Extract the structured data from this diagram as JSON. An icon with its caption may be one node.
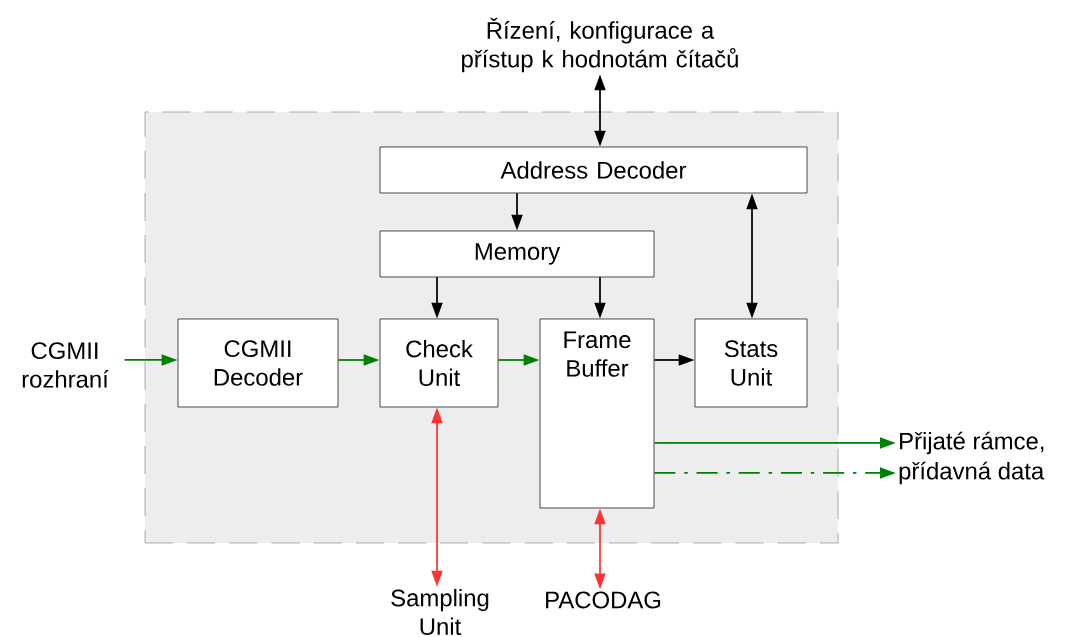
{
  "diagram": {
    "nodes": [
      {
        "text": [],
        "shape": "box"
      },
      {
        "text": [
          "Address Decoder"
        ],
        "in": 0
      },
      {
        "text": [
          "Memory"
        ],
        "in": 0
      },
      {
        "text": [
          "CGMII Decoder"
        ],
        "in": 0
      },
      {
        "text": [
          "Check Unit"
        ],
        "in": 0
      },
      {
        "text": [
          "Frame Buffer"
        ],
        "in": 0
      },
      {
        "text": [
          "Stats Unit"
        ],
        "in": 0
      },
      {
        "text": [
          "Řízení, konfigurace a přístup k hodnotám čítačů"
        ]
      },
      {
        "text": [
          "CGMII rozhraní"
        ]
      },
      {
        "text": [
          "Přijaté rámce,"
        ]
      },
      {
        "text": [
          "přídavná data"
        ]
      },
      {
        "text": [
          "Sampling Unit"
        ]
      },
      {
        "text": [
          "PACODAG"
        ]
      }
    ],
    "edges": [
      {
        "from": 7,
        "to": 1,
        "arrow": "both"
      },
      {
        "from": 1,
        "to": 2,
        "arrow": "to"
      },
      {
        "from": 6,
        "to": 1,
        "arrow": "both"
      },
      {
        "from": 2,
        "to": 4,
        "arrow": "to"
      },
      {
        "from": 2,
        "to": 5,
        "arrow": "to"
      },
      {
        "from": 8,
        "to": 3,
        "arrow": "to",
        "color": "#008000"
      },
      {
        "from": 3,
        "to": 4,
        "arrow": "to",
        "color": "#008000"
      },
      {
        "from": 4,
        "to": 5,
        "arrow": "to",
        "color": "#008000"
      },
      {
        "from": 5,
        "to": 6,
        "arrow": "to"
      },
      {
        "from": 5,
        "to": 9,
        "arrow": "to",
        "color": "#008000"
      },
      {
        "from": 5,
        "to": 10,
        "arrow": "to",
        "color": "#008000",
        "style": "dashed"
      },
      {
        "from": 4,
        "to": 11,
        "arrow": "both",
        "color": "#ff3333"
      },
      {
        "from": 5,
        "to": 12,
        "arrow": "both",
        "color": "#ff3333"
      }
    ]
  }
}
